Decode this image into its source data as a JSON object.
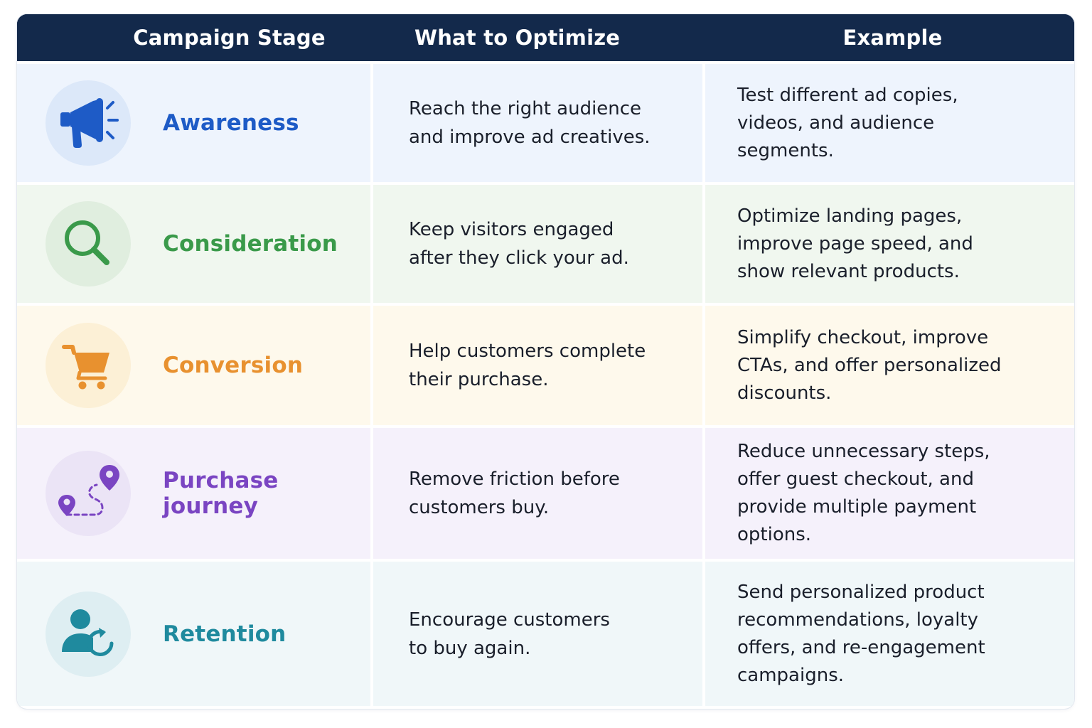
{
  "header": {
    "col1": "Campaign Stage",
    "col2": "What to Optimize",
    "col3": "Example"
  },
  "rows": [
    {
      "stage": "Awareness",
      "icon": "megaphone-icon",
      "color": "#1e5bc6",
      "bg": "#eef4fd",
      "circle": "#dce8f9",
      "optimize": "Reach the right audience\nand improve ad creatives.",
      "example": "Test different ad copies,\nvideos, and audience\nsegments."
    },
    {
      "stage": "Consideration",
      "icon": "search-icon",
      "color": "#3a9a4a",
      "bg": "#f0f7ef",
      "circle": "#e0eedf",
      "optimize": "Keep visitors engaged\nafter they click your ad.",
      "example": "Optimize landing pages,\nimprove page speed, and\nshow relevant products."
    },
    {
      "stage": "Conversion",
      "icon": "shopping-cart-icon",
      "color": "#e8912f",
      "bg": "#fef9ec",
      "circle": "#fcf0d6",
      "optimize": "Help customers complete\ntheir purchase.",
      "example": "Simplify checkout, improve\nCTAs, and offer personalized\ndiscounts."
    },
    {
      "stage": "Purchase journey",
      "icon": "map-route-icon",
      "color": "#7a45c2",
      "bg": "#f5f1fb",
      "circle": "#ebe4f6",
      "optimize": "Remove friction before\ncustomers buy.",
      "example": "Reduce unnecessary steps,\noffer guest checkout, and\nprovide multiple payment\noptions."
    },
    {
      "stage": "Retention",
      "icon": "user-refresh-icon",
      "color": "#1f8a9e",
      "bg": "#f0f7f9",
      "circle": "#deeef2",
      "optimize": "Encourage customers\nto buy again.",
      "example": "Send personalized product\nrecommendations, loyalty\noffers, and re-engagement\ncampaigns."
    }
  ]
}
